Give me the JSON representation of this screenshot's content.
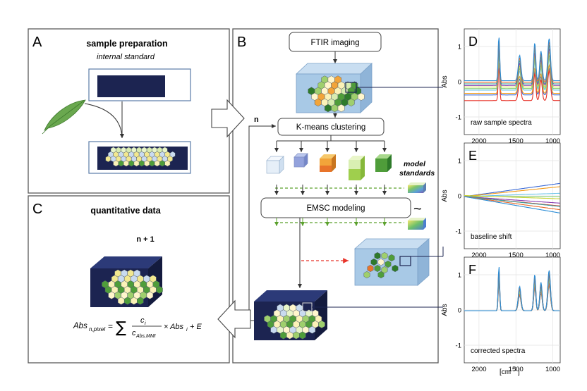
{
  "panels": {
    "A": {
      "letter": "A",
      "title": "sample preparation",
      "subtitle": "internal standard"
    },
    "B": {
      "letter": "B",
      "step_imaging": "FTIR imaging",
      "step_cluster": "K-means clustering",
      "step_emsc": "EMSC modeling",
      "model_standards": "model\nstandards",
      "model_standards_line1": "model",
      "model_standards_line2": "standards",
      "loop_label": "n",
      "tilde": "~"
    },
    "C": {
      "letter": "C",
      "title": "quantitative data",
      "iteration": "n + 1",
      "formula_lhs": "Abs",
      "formula_lhs_sub": "n,pixel",
      "formula_eq": "=",
      "formula_sum": "∑",
      "formula_num": "c",
      "formula_num_sub": "i",
      "formula_den": "c",
      "formula_den_sub": "Abs,MMI",
      "formula_times": "× Abs",
      "formula_abs_sub": "i",
      "formula_tail": "+ E"
    },
    "D": {
      "letter": "D",
      "caption": "raw sample spectra"
    },
    "E": {
      "letter": "E",
      "caption": "baseline shift"
    },
    "F": {
      "letter": "F",
      "caption": "corrected spectra"
    }
  },
  "spectra_axes": {
    "ylabel": "Abs",
    "yticks": [
      "1",
      "0",
      "-1"
    ],
    "xticks": [
      "2000",
      "1500",
      "1000"
    ],
    "xlabel": "[cm",
    "xlabel_sup": "-1",
    "xlabel_end": "]"
  },
  "colors": {
    "navy": "#1c2451",
    "cube_blue": "#a8c9e6",
    "flow_green": "#5aa02c",
    "arrow_red": "#e8342a",
    "panel_border": "#5a5a5a"
  }
}
